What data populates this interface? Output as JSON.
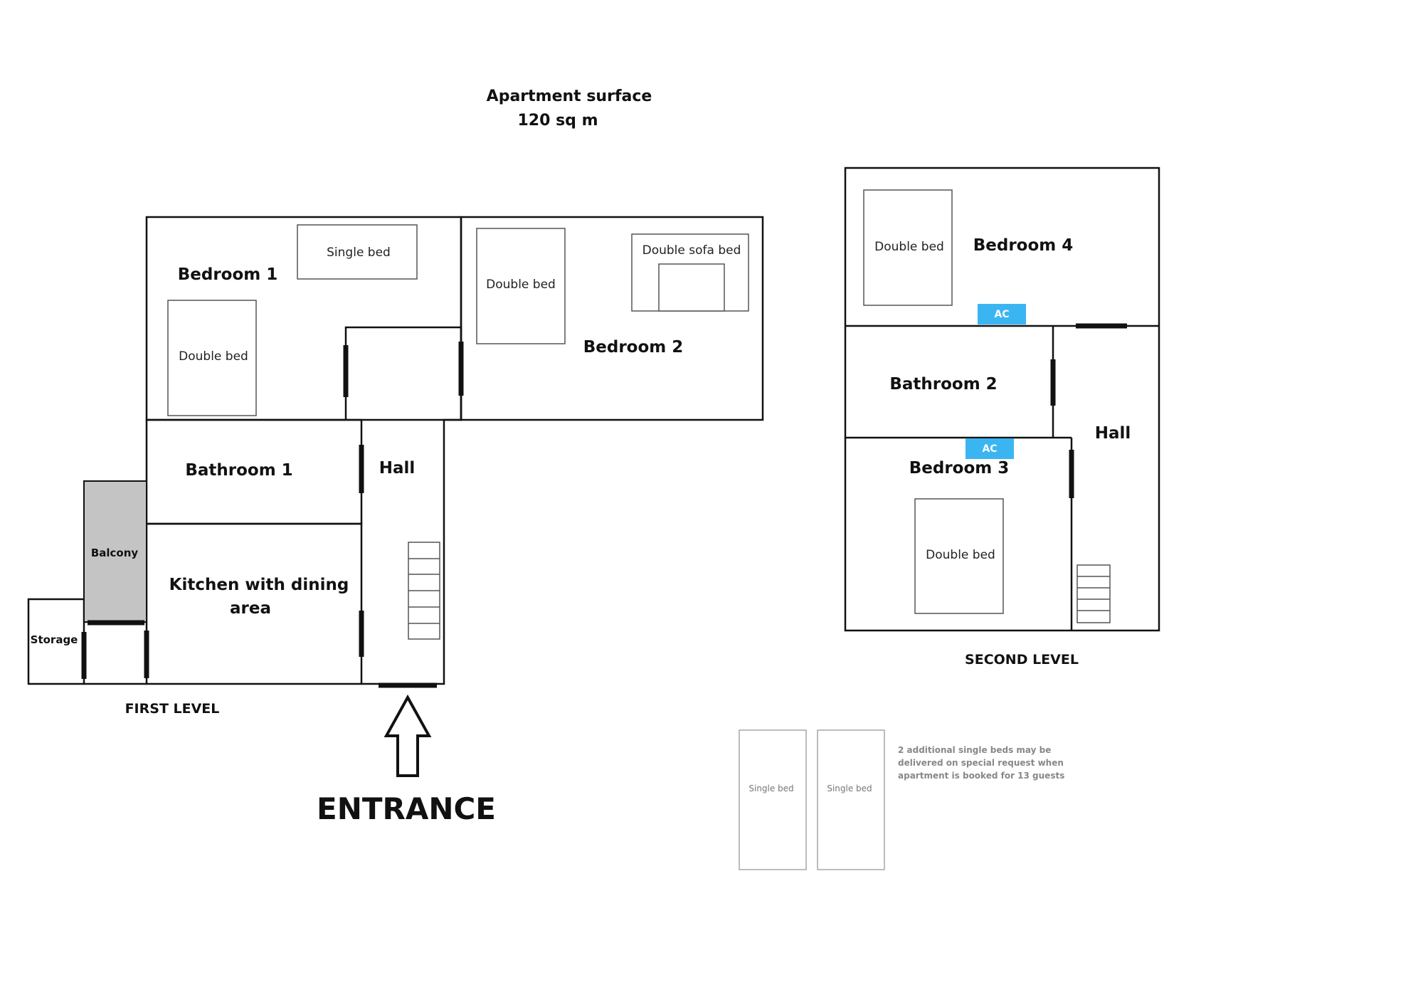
{
  "header": {
    "title_line1": "Apartment surface",
    "title_line2": "120 sq m"
  },
  "first_level": {
    "label": "FIRST LEVEL",
    "rooms": {
      "bedroom1": "Bedroom 1",
      "bedroom2": "Bedroom 2",
      "bathroom1": "Bathroom 1",
      "hall": "Hall",
      "kitchen_line1": "Kitchen with dining",
      "kitchen_line2": "area",
      "balcony": "Balcony",
      "storage": "Storage"
    },
    "furniture": {
      "single_bed": "Single bed",
      "double_bed_b1": "Double bed",
      "double_bed_b2": "Double bed",
      "sofa_bed": "Double sofa bed"
    },
    "entrance": "ENTRANCE"
  },
  "second_level": {
    "label": "SECOND LEVEL",
    "rooms": {
      "bedroom4": "Bedroom 4",
      "bathroom2": "Bathroom 2",
      "bedroom3": "Bedroom 3",
      "hall": "Hall"
    },
    "furniture": {
      "double_bed_b4": "Double bed",
      "double_bed_b3": "Double bed"
    },
    "ac_top": "AC",
    "ac_bottom": "AC"
  },
  "extra_beds": {
    "bed1": "Single bed",
    "bed2": "Single bed",
    "note_line1": "2 additional single beds may be",
    "note_line2": "delivered on special request when",
    "note_line3": "apartment is booked for 13 guests"
  },
  "colors": {
    "ac_badge": "#3bb5f2",
    "balcony_fill": "#c4c4c4",
    "wall": "#111111"
  }
}
